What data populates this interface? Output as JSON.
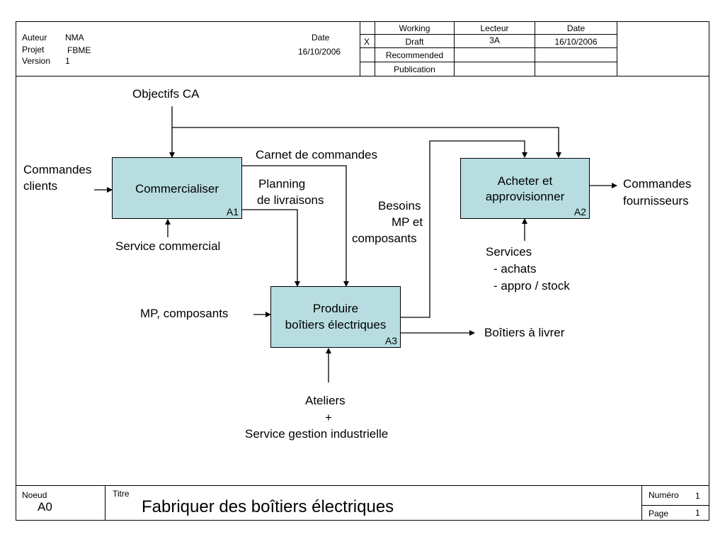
{
  "header": {
    "author_label": "Auteur",
    "author_value": "NMA",
    "project_label": "Projet",
    "project_value": "FBME",
    "version_label": "Version",
    "version_value": "1",
    "date_label": "Date",
    "date_value": "16/10/2006",
    "status_mark": "X",
    "status": [
      "Working",
      "Draft",
      "Recommended",
      "Publication"
    ],
    "reader_label": "Lecteur",
    "reader_value": "3A",
    "reader_date_label": "Date",
    "reader_date_value": "16/10/2006"
  },
  "diagram": {
    "boxes": [
      {
        "title": "Commercialiser",
        "code": "A1"
      },
      {
        "title_line1": "Acheter et",
        "title_line2": "approvisionner",
        "code": "A2"
      },
      {
        "title_line1": "Produire",
        "title_line2": "boîtiers électriques",
        "code": "A3"
      }
    ],
    "labels": {
      "objectifs": "Objectifs CA",
      "commandes_clients_1": "Commandes",
      "commandes_clients_2": "clients",
      "service_commercial": "Service commercial",
      "carnet": "Carnet de commandes",
      "planning_1": "Planning",
      "planning_2": "de livraisons",
      "besoins_1": "Besoins",
      "besoins_2": "MP et",
      "besoins_3": "composants",
      "commandes_fourn_1": "Commandes",
      "commandes_fourn_2": "fournisseurs",
      "services_1": "Services",
      "services_2": "- achats",
      "services_3": "- appro / stock",
      "mp": "MP, composants",
      "boitiers": "Boîtiers à livrer",
      "ateliers_1": "Ateliers",
      "ateliers_2": "+",
      "ateliers_3": "Service gestion industrielle"
    }
  },
  "footer": {
    "node_label": "Noeud",
    "node_value": "A0",
    "title_label": "Titre",
    "title_value": "Fabriquer des boîtiers électriques",
    "number_label": "Numéro",
    "number_value": "1",
    "page_label": "Page",
    "page_value": "1"
  }
}
